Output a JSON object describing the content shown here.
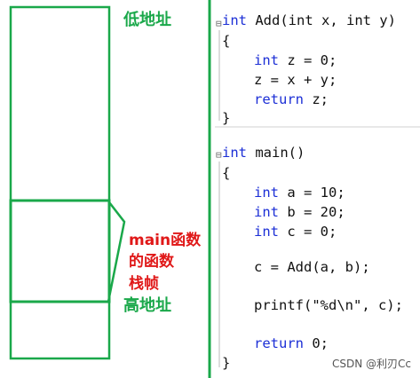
{
  "labels": {
    "low_addr": "低地址",
    "main_frame_line1": "main函数",
    "main_frame_line2": "的函数",
    "main_frame_line3": "栈帧",
    "high_addr": "高地址"
  },
  "code_lines": [
    {
      "kw": "int",
      "text": " Add(int x, int y)"
    },
    {
      "kw": "",
      "text": "{"
    },
    {
      "kw": "int",
      "text": " z = 0;"
    },
    {
      "kw": "",
      "text": "z = x + y;"
    },
    {
      "kw": "return",
      "text": " z;"
    },
    {
      "kw": "",
      "text": "}"
    },
    {
      "kw": "int",
      "text": " main()"
    },
    {
      "kw": "",
      "text": "{"
    },
    {
      "kw": "int",
      "text": " a = 10;"
    },
    {
      "kw": "int",
      "text": " b = 20;"
    },
    {
      "kw": "int",
      "text": " c = 0;"
    },
    {
      "kw": "",
      "text": "c = Add(a, b);"
    },
    {
      "kw": "",
      "text": "printf(\"%d\\n\", c);"
    },
    {
      "kw": "return",
      "text": " 0;"
    },
    {
      "kw": "",
      "text": "}"
    }
  ],
  "watermark": "CSDN @利刃Cc",
  "colors": {
    "green": "#1aa84a",
    "red": "#e01818",
    "keyword_blue": "#1c2fd6"
  }
}
